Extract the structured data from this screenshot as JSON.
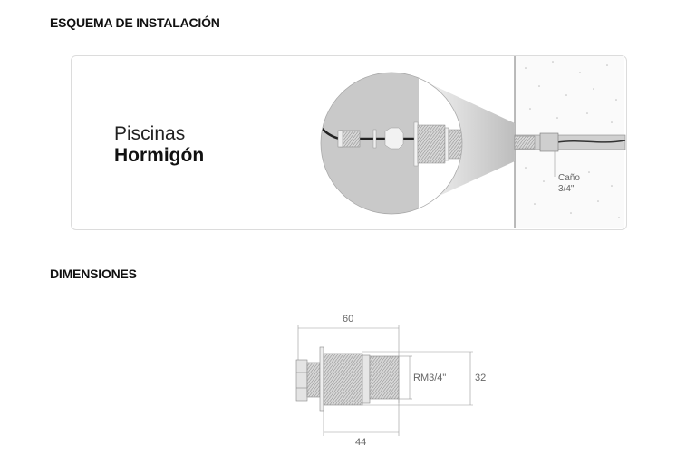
{
  "sections": {
    "installation_title": "ESQUEMA DE INSTALACIÓN",
    "dimensions_title": "DIMENSIONES"
  },
  "installation": {
    "pool_type_line1": "Piscinas",
    "pool_type_line2": "Hormigón",
    "pipe_label_line1": "Caño",
    "pipe_label_line2": "3/4\""
  },
  "dimensions": {
    "total_length": "60",
    "thread_length": "44",
    "height": "32",
    "thread_spec": "RM3/4\""
  }
}
